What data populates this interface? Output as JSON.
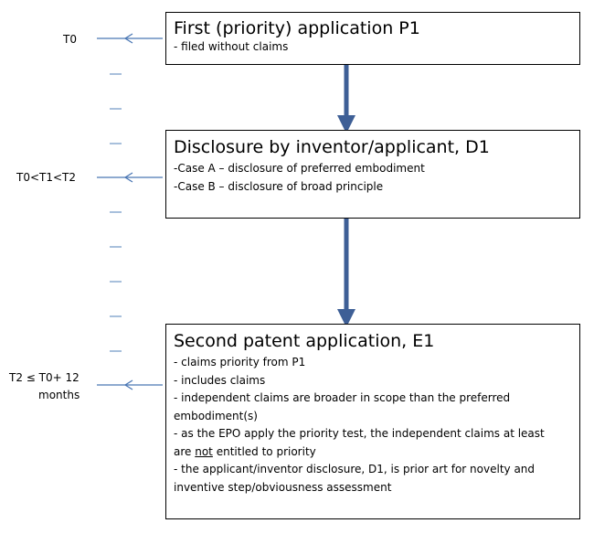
{
  "timeline": {
    "t0": "T0",
    "t1": "T0<T1<T2",
    "t2_line1": "T2 ≤ T0+ 12",
    "t2_line2": "months"
  },
  "p1": {
    "title": "First (priority) application P1",
    "lines": [
      "- filed without claims"
    ]
  },
  "d1": {
    "title": "Disclosure by inventor/applicant, D1",
    "lines": [
      "-Case A – disclosure of preferred embodiment",
      "-Case B – disclosure of broad principle"
    ]
  },
  "e1": {
    "title": "Second patent application, E1",
    "lines": [
      "- claims priority from P1",
      "- includes claims",
      "- independent claims are broader in scope than the preferred",
      "embodiment(s)",
      "- as the EPO apply the priority test, the independent claims at least",
      "are ",
      "not",
      " entitled to priority",
      "- the applicant/inventor disclosure, D1, is prior art for novelty and",
      "inventive step/obviousness  assessment"
    ]
  },
  "colors": {
    "flow_arrow": "#3e5f96",
    "time_arrow": "#4a77b4",
    "dash": "#6f95c4"
  }
}
